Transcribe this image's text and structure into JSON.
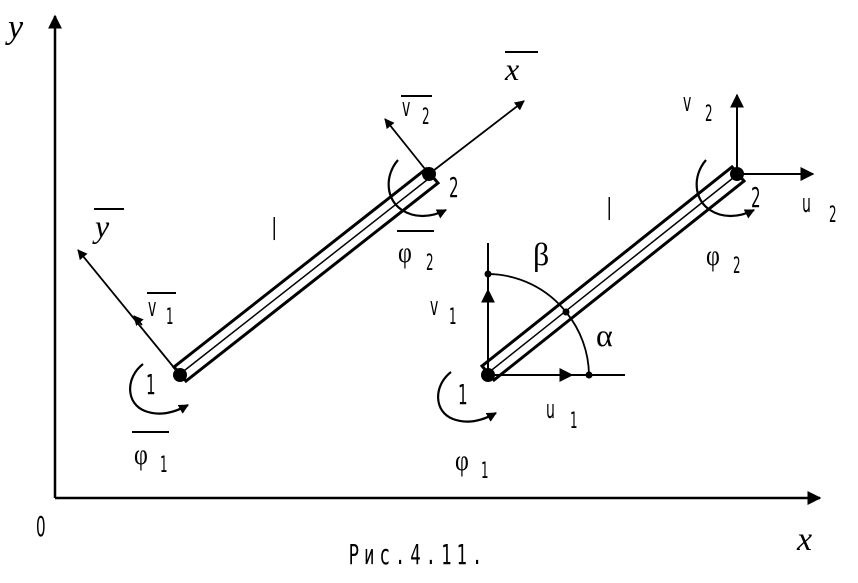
{
  "axes": {
    "origin": "0",
    "x": "x",
    "y": "y"
  },
  "local_axes": {
    "x_bar": "x",
    "y_bar": "y"
  },
  "left_element": {
    "length": "l",
    "node1": "1",
    "node2": "2",
    "v1": "v",
    "v1_sub": "1",
    "v2": "v",
    "v2_sub": "2",
    "phi1": "φ",
    "phi1_sub": "1",
    "phi2": "φ",
    "phi2_sub": "2"
  },
  "right_element": {
    "length": "l",
    "node1": "1",
    "node2": "2",
    "u1": "u",
    "u1_sub": "1",
    "u2": "u",
    "u2_sub": "2",
    "v1": "v",
    "v1_sub": "1",
    "v2": "v",
    "v2_sub": "2",
    "phi1": "φ",
    "phi1_sub": "1",
    "phi2": "φ",
    "phi2_sub": "2",
    "alpha": "α",
    "beta": "β"
  },
  "caption": "Рис.4.11."
}
